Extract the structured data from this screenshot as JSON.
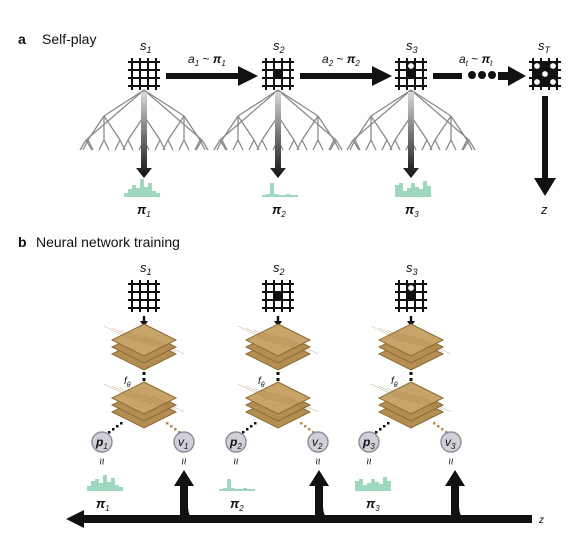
{
  "panel_a": {
    "letter": "a",
    "title": "Self-play",
    "states": [
      {
        "s": "s",
        "sub": "1",
        "pi_sub": "1"
      },
      {
        "s": "s",
        "sub": "2",
        "pi_sub": "2"
      },
      {
        "s": "s",
        "sub": "3",
        "pi_sub": "3"
      },
      {
        "s": "s",
        "sub": "T"
      }
    ],
    "actions": [
      {
        "a": "a",
        "a_sub": "1",
        "tilde": " ~ ",
        "pi": "π",
        "pi_sub": "1"
      },
      {
        "a": "a",
        "a_sub": "2",
        "tilde": " ~ ",
        "pi": "π",
        "pi_sub": "2"
      },
      {
        "a": "a",
        "a_sub": "t",
        "tilde": " ~ ",
        "pi": "π",
        "pi_sub": "t"
      }
    ],
    "pi_symbol": "π",
    "outcome": "z"
  },
  "panel_b": {
    "letter": "b",
    "title": "Neural network training",
    "columns": [
      {
        "s": "s",
        "sub": "1",
        "f": "f",
        "f_sub": "θ",
        "p": "p",
        "p_sub": "1",
        "v": "v",
        "v_sub": "1",
        "approx": "≈",
        "pi": "π",
        "pi_sub": "1"
      },
      {
        "s": "s",
        "sub": "2",
        "f": "f",
        "f_sub": "θ",
        "p": "p",
        "p_sub": "2",
        "v": "v",
        "v_sub": "2",
        "approx": "≈",
        "pi": "π",
        "pi_sub": "2"
      },
      {
        "s": "s",
        "sub": "3",
        "f": "f",
        "f_sub": "θ",
        "p": "p",
        "p_sub": "3",
        "v": "v",
        "v_sub": "3",
        "approx": "≈",
        "pi": "π",
        "pi_sub": "3"
      }
    ],
    "outcome": "z"
  },
  "colors": {
    "arrow": "#111111",
    "tree": "#8a8a8a",
    "histogram": "#9fd8bf",
    "layer_fill": "#c9a46a",
    "layer_edge": "#8a6a35",
    "node_fill": "#cfd0d8",
    "node_edge": "#8c8c96"
  }
}
